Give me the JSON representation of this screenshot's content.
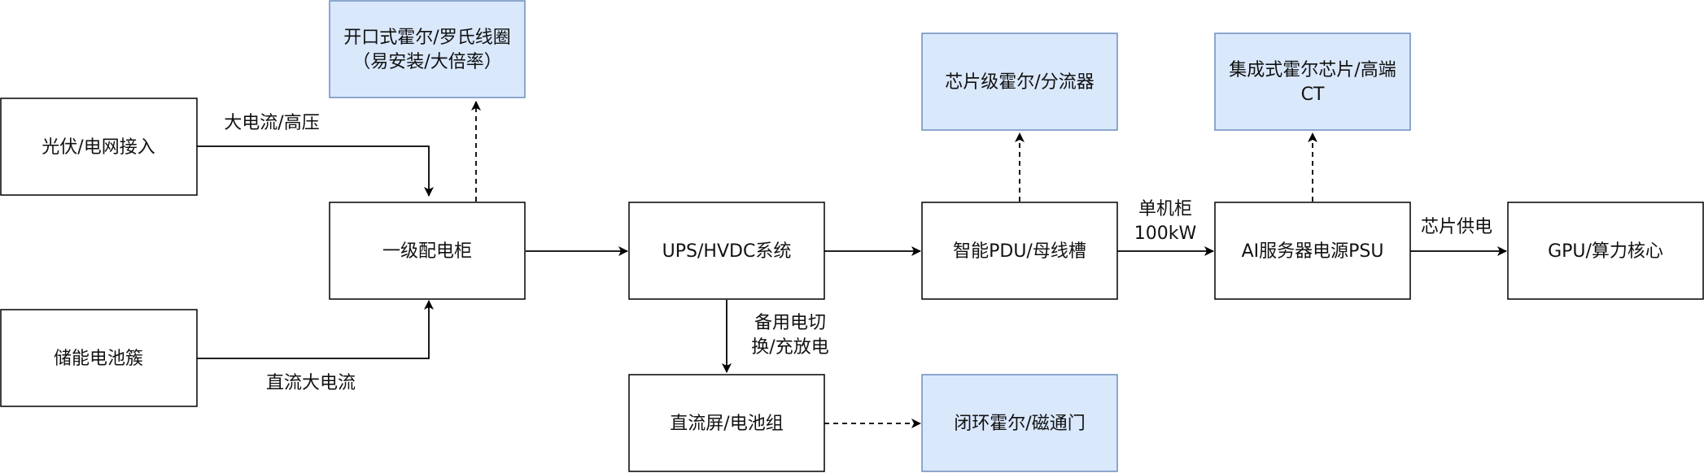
{
  "colors": {
    "box_fill": "#ffffff",
    "box_stroke": "#000000",
    "sensor_fill": "#dae8fc",
    "sensor_stroke": "#6c8ebf",
    "edge": "#000000"
  },
  "nodes": {
    "pv": {
      "lines": [
        "光伏/电网接入"
      ]
    },
    "battery_cluster": {
      "lines": [
        "储能电池簇"
      ]
    },
    "primary_cabinet": {
      "lines": [
        "一级配电柜"
      ]
    },
    "ups": {
      "lines": [
        "UPS/HVDC系统"
      ]
    },
    "pdu": {
      "lines": [
        "智能PDU/母线槽"
      ]
    },
    "psu": {
      "lines": [
        "AI服务器电源PSU"
      ]
    },
    "gpu": {
      "lines": [
        "GPU/算力核心"
      ]
    },
    "dc_screen": {
      "lines": [
        "直流屏/电池组"
      ]
    },
    "sensor_openloop": {
      "lines": [
        "开口式霍尔/罗氏线圈",
        "（易安装/大倍率）"
      ]
    },
    "sensor_chip": {
      "lines": [
        "芯片级霍尔/分流器"
      ]
    },
    "sensor_integrated": {
      "lines": [
        "集成式霍尔芯片/高端",
        "CT"
      ]
    },
    "sensor_closedloop": {
      "lines": [
        "闭环霍尔/磁通门"
      ]
    }
  },
  "edge_labels": {
    "pv_to_cabinet": [
      "大电流/高压"
    ],
    "battery_to_cabinet": [
      "直流大电流"
    ],
    "ups_to_dc": [
      "备用电切",
      "换/充放电"
    ],
    "pdu_to_psu": [
      "单机柜",
      "100kW"
    ],
    "psu_to_gpu": [
      "芯片供电"
    ]
  }
}
